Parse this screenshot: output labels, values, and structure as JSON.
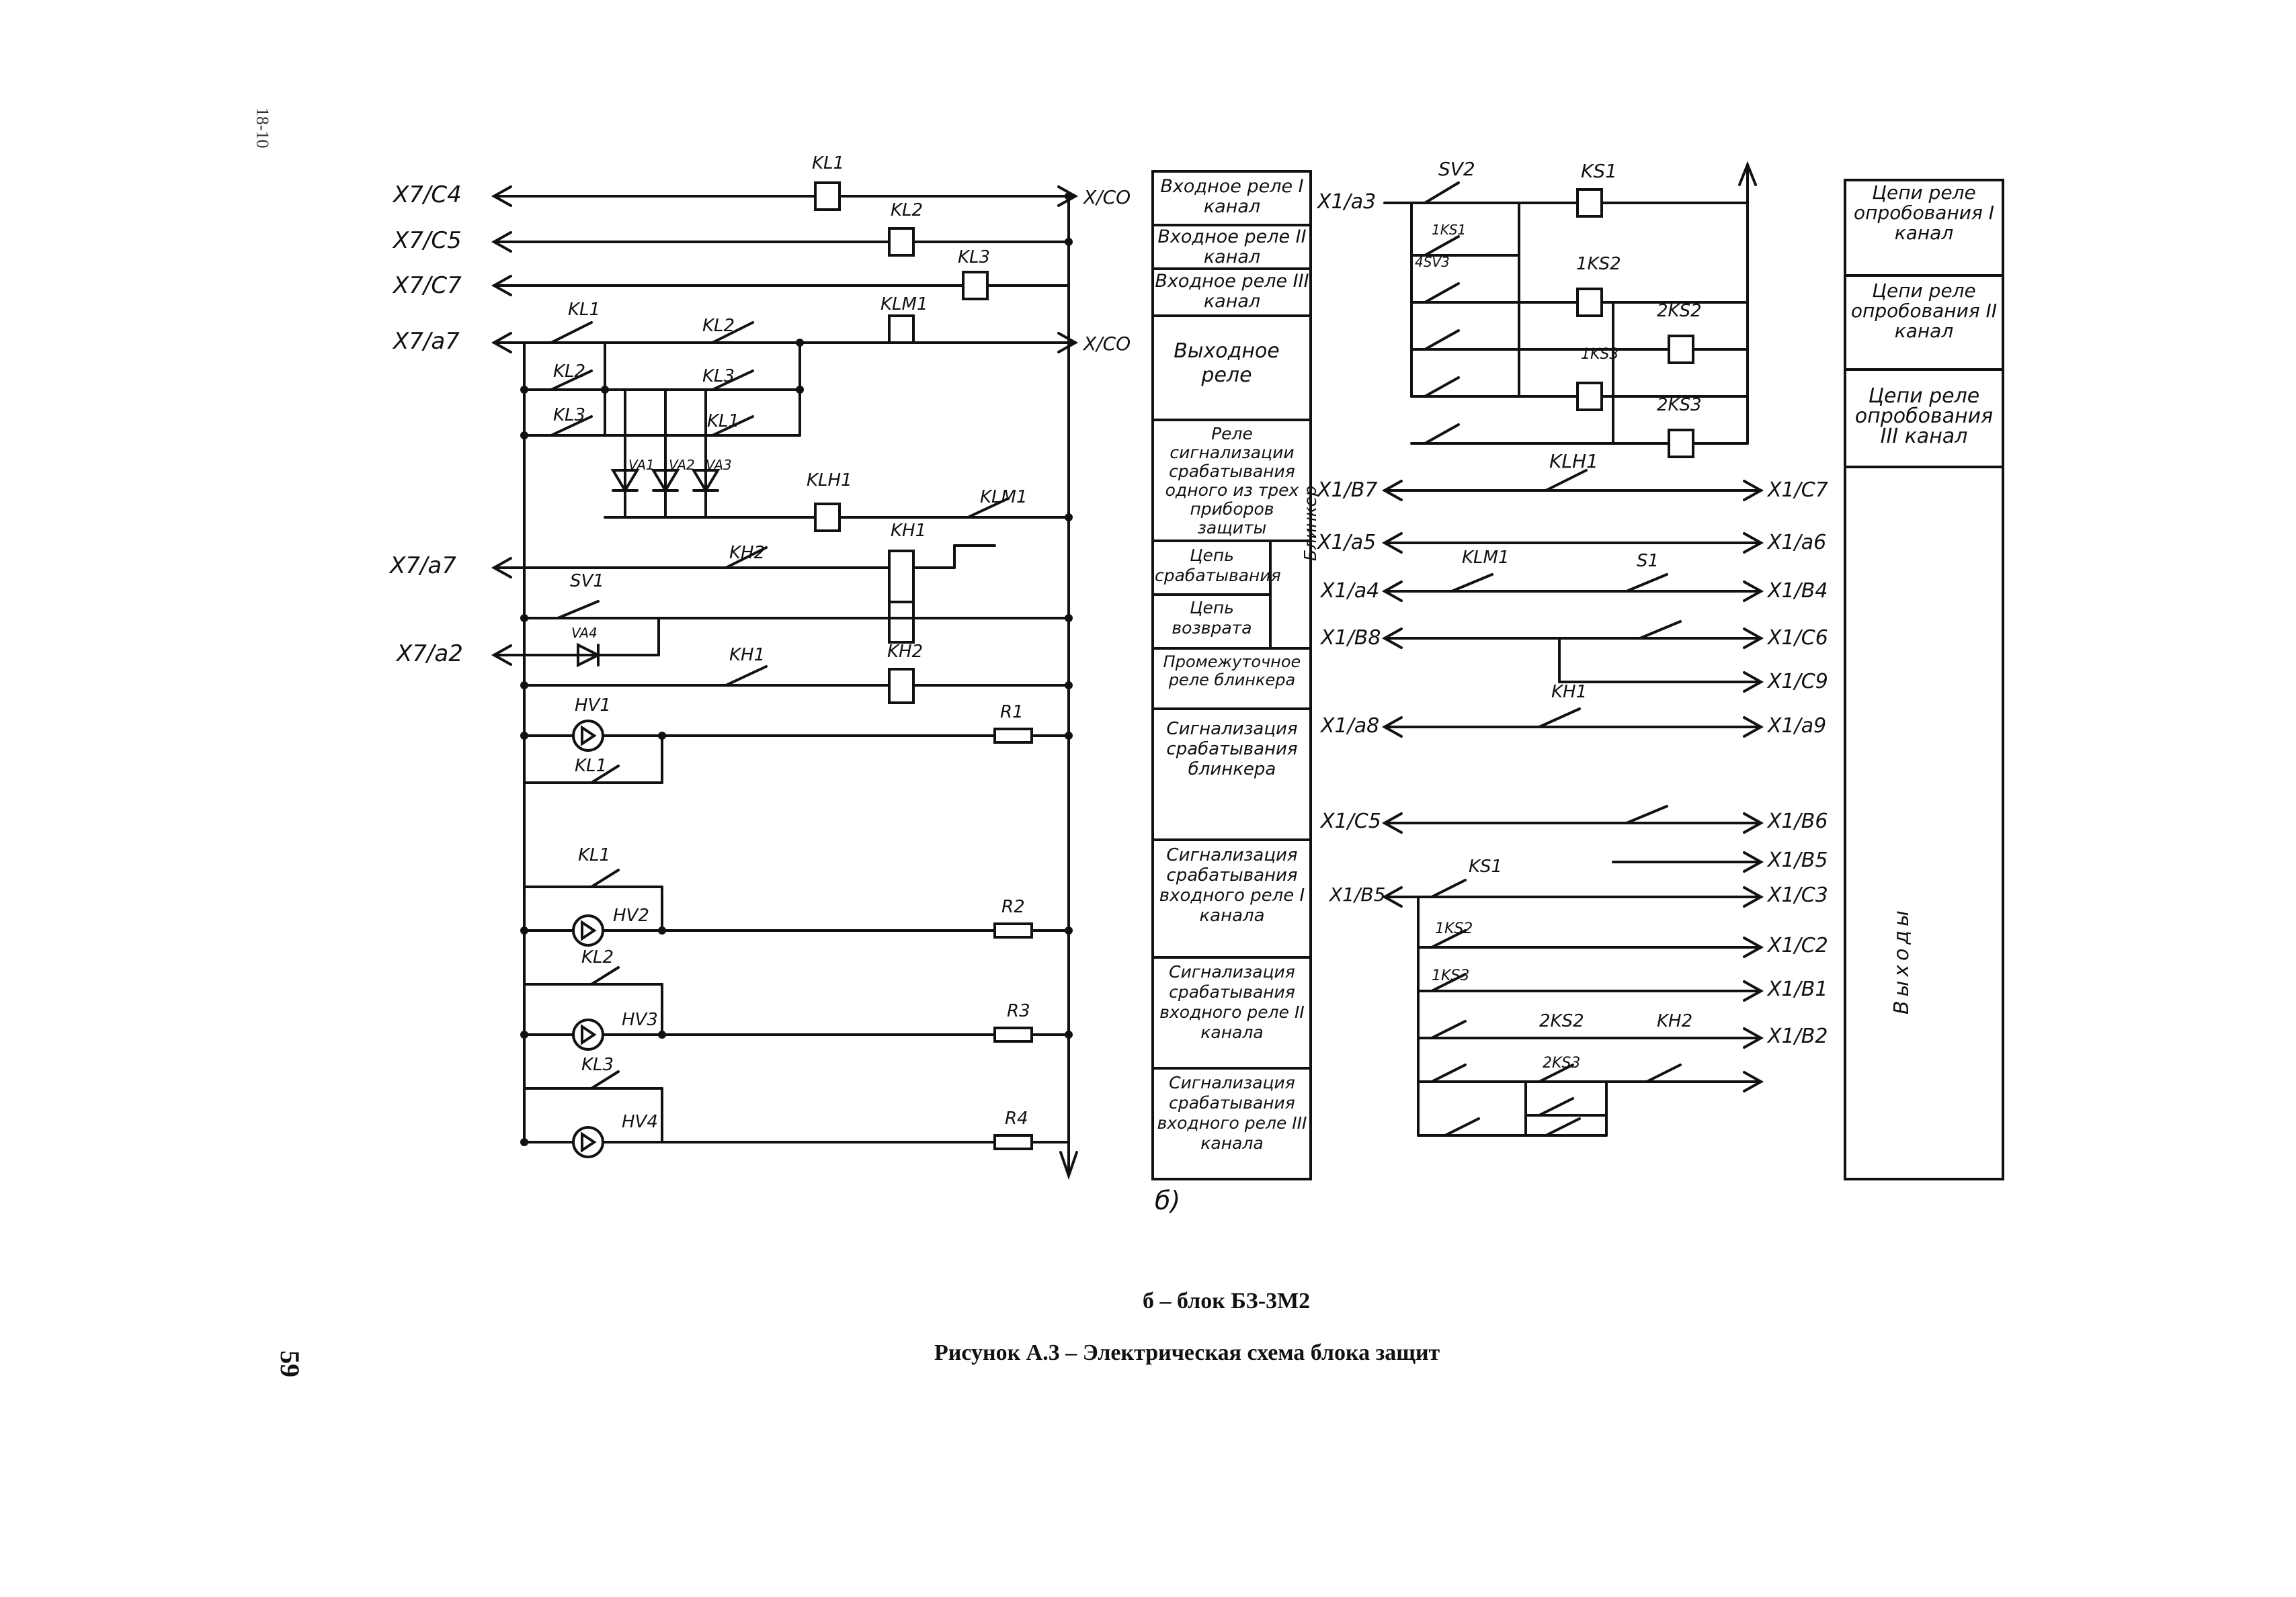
{
  "side_note": "18-10",
  "page_number": "59",
  "subcaption": "б – блок БЗ-3М2",
  "caption": "Рисунок А.3 – Электрическая схема блока защит",
  "panel_label": "б)",
  "left": {
    "terminals": [
      "X7/C4",
      "X7/C5",
      "X7/C7",
      "X7/a7",
      "X7/a7",
      "X7/a2"
    ],
    "x_co_top": "X/CO",
    "x_co_mid": "X/CO",
    "relays": [
      "KL1",
      "KL2",
      "KL3",
      "KLM1",
      "KLH1",
      "KH1",
      "KH2"
    ],
    "contacts": [
      "KL1",
      "KL2",
      "KL3",
      "KL2",
      "KL3",
      "KL1",
      "KLM1",
      "KH2",
      "KH1",
      "SV1"
    ],
    "diodes": [
      "VA1",
      "VA2",
      "VA3",
      "VA4"
    ],
    "lamps": [
      "HV1",
      "HV2",
      "HV3",
      "HV4"
    ],
    "resistors": [
      "R1",
      "R2",
      "R3",
      "R4"
    ],
    "lamp_contacts": [
      "KL1",
      "KL1",
      "KL2",
      "KL3"
    ]
  },
  "mid_boxes": [
    "Входное реле I канал",
    "Входное реле II канал",
    "Входное реле III канал",
    "Выходное реле",
    "Реле сигнализации срабатывания одного из трех приборов защиты",
    "Цепь срабатывания",
    "Цепь возврата",
    "Блинкер",
    "Промежуточное реле блинкера",
    "Сигнализация срабатывания блинкера",
    "Сигнализация срабатывания входного реле I канала",
    "Сигнализация срабатывания входного реле II канала",
    "Сигнализация срабатывания входного реле III канала"
  ],
  "right": {
    "terminals_left": [
      "X1/a3",
      "X1/B7",
      "X1/a5",
      "X1/a4",
      "X1/B8",
      "X1/a8",
      "X1/C5",
      "X1/B5"
    ],
    "terminals_right": [
      "X1/C7",
      "X1/a6",
      "X1/B4",
      "X1/C6",
      "X1/C9",
      "X1/a9",
      "X1/B6",
      "X1/B5",
      "X1/C3",
      "X1/C2",
      "X1/B1",
      "X1/B2"
    ],
    "elements": [
      "SV2",
      "KS1",
      "1KS1",
      "4SV3",
      "1KS2",
      "2KS2",
      "1KS3",
      "2KS3",
      "KLH1",
      "KLM1",
      "S1",
      "KH1",
      "KS1",
      "1KS2",
      "1KS3",
      "2KS2",
      "2KS3",
      "KH2"
    ]
  },
  "right_boxes": [
    "Цепи реле опробования I канал",
    "Цепи реле опробования II канал",
    "Цепи реле опробования III канал",
    "Выходы"
  ]
}
